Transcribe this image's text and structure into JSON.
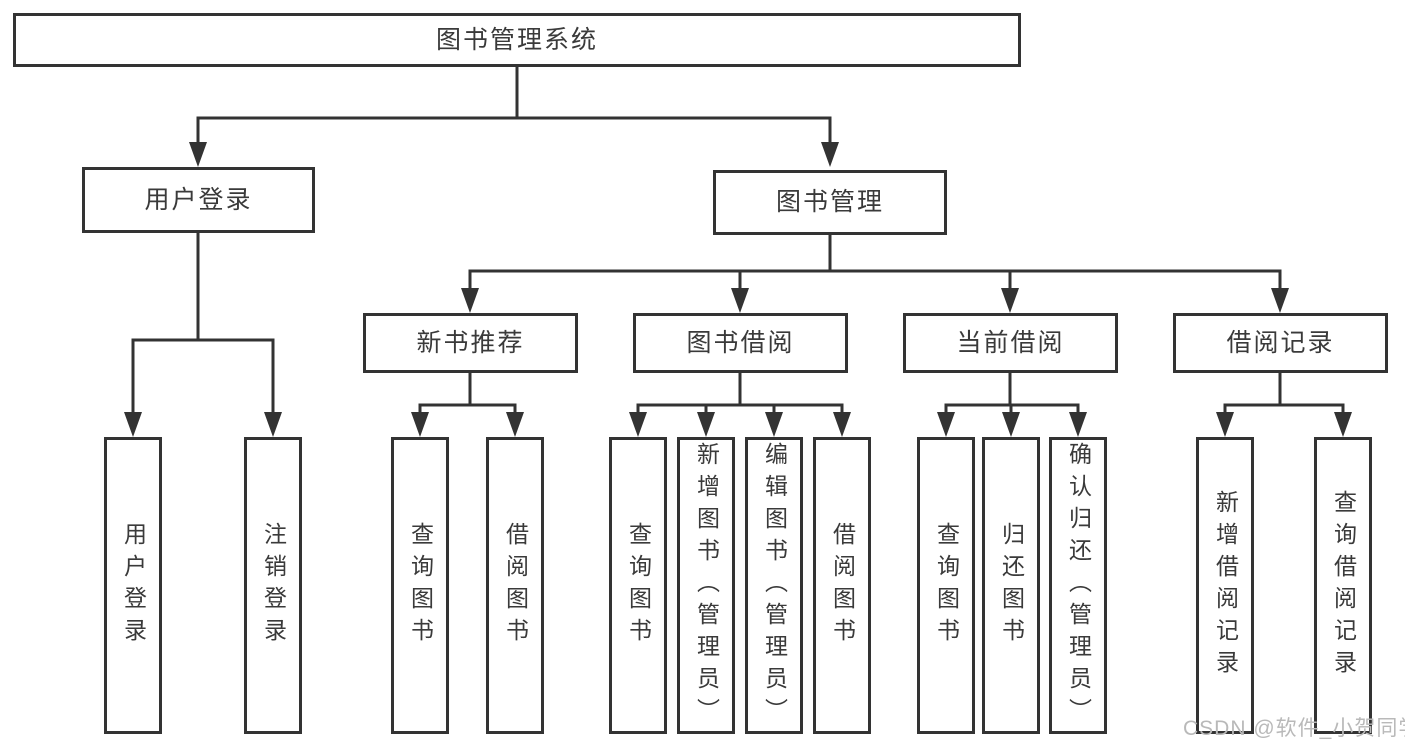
{
  "colors": {
    "line": "#333333",
    "text": "#3a3a3a",
    "watermark": "#b9b9b9",
    "bg": "#ffffff"
  },
  "watermark": "CSDN @软件_小贺同学",
  "tree": {
    "root": "图书管理系统",
    "l2": [
      "用户登录",
      "图书管理"
    ],
    "l3": [
      "新书推荐",
      "图书借阅",
      "当前借阅",
      "借阅记录"
    ],
    "user_children": [
      "用户登录",
      "注销登录"
    ],
    "recommend_children": [
      "查询图书",
      "借阅图书"
    ],
    "borrow_children": [
      "查询图书",
      "新增图书（管理员）",
      "编辑图书（管理员）",
      "借阅图书"
    ],
    "current_children": [
      "查询图书",
      "归还图书",
      "确认归还（管理员）"
    ],
    "record_children": [
      "新增借阅记录",
      "查询借阅记录"
    ]
  }
}
